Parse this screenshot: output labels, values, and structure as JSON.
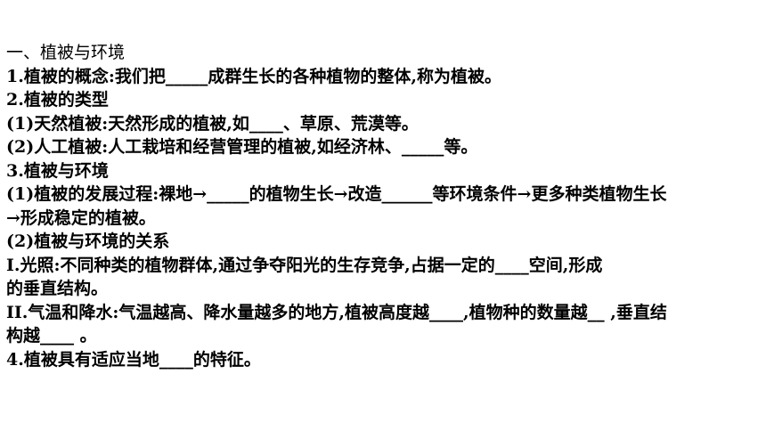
{
  "document": {
    "lines": [
      "一、植被与环境",
      "1.植被的概念:我们把_____成群生长的各种植物的整体,称为植被。",
      "2.植被的类型",
      "(1)天然植被:天然形成的植被,如____、草原、荒漠等。",
      "(2)人工植被:人工栽培和经营管理的植被,如经济林、_____等。",
      "3.植被与环境",
      "(1)植被的发展过程:裸地→_____的植物生长→改造______等环境条件→更多种类植物生长",
      "→形成稳定的植被。",
      "(2)植被与环境的关系",
      "I.光照:不同种类的植物群体,通过争夺阳光的生存竞争,占据一定的____空间,形成",
      "的垂直结构。",
      "II.气温和降水:气温越高、降水量越多的地方,植被高度越____,植物种的数量越__ ,垂直结",
      "构越____ 。",
      "4.植被具有适应当地____的特征。"
    ]
  }
}
